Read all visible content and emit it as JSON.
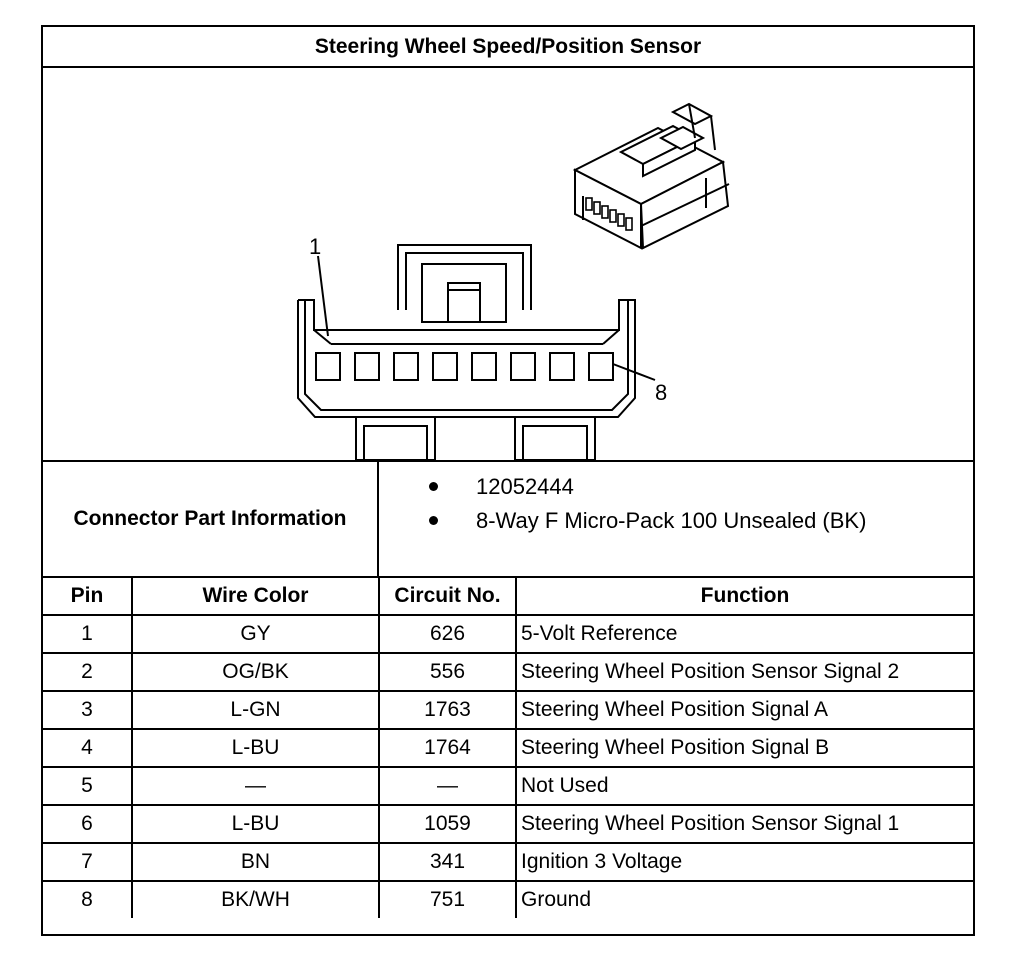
{
  "title": "Steering Wheel Speed/Position Sensor",
  "figure": {
    "pin_first_label": "1",
    "pin_last_label": "8"
  },
  "connector_info": {
    "label": "Connector Part Information",
    "items": [
      "12052444",
      "8-Way F Micro-Pack 100 Unsealed (BK)"
    ]
  },
  "table": {
    "headers": [
      "Pin",
      "Wire Color",
      "Circuit No.",
      "Function"
    ],
    "rows": [
      {
        "pin": "1",
        "wire_color": "GY",
        "circuit": "626",
        "function": "5-Volt Reference"
      },
      {
        "pin": "2",
        "wire_color": "OG/BK",
        "circuit": "556",
        "function": "Steering Wheel Position Sensor Signal 2"
      },
      {
        "pin": "3",
        "wire_color": "L-GN",
        "circuit": "1763",
        "function": "Steering Wheel Position Signal A"
      },
      {
        "pin": "4",
        "wire_color": "L-BU",
        "circuit": "1764",
        "function": "Steering Wheel Position Signal B"
      },
      {
        "pin": "5",
        "wire_color": "—",
        "circuit": "—",
        "function": "Not Used"
      },
      {
        "pin": "6",
        "wire_color": "L-BU",
        "circuit": "1059",
        "function": "Steering Wheel Position Sensor Signal 1"
      },
      {
        "pin": "7",
        "wire_color": "BN",
        "circuit": "341",
        "function": "Ignition 3 Voltage"
      },
      {
        "pin": "8",
        "wire_color": "BK/WH",
        "circuit": "751",
        "function": "Ground"
      }
    ]
  }
}
